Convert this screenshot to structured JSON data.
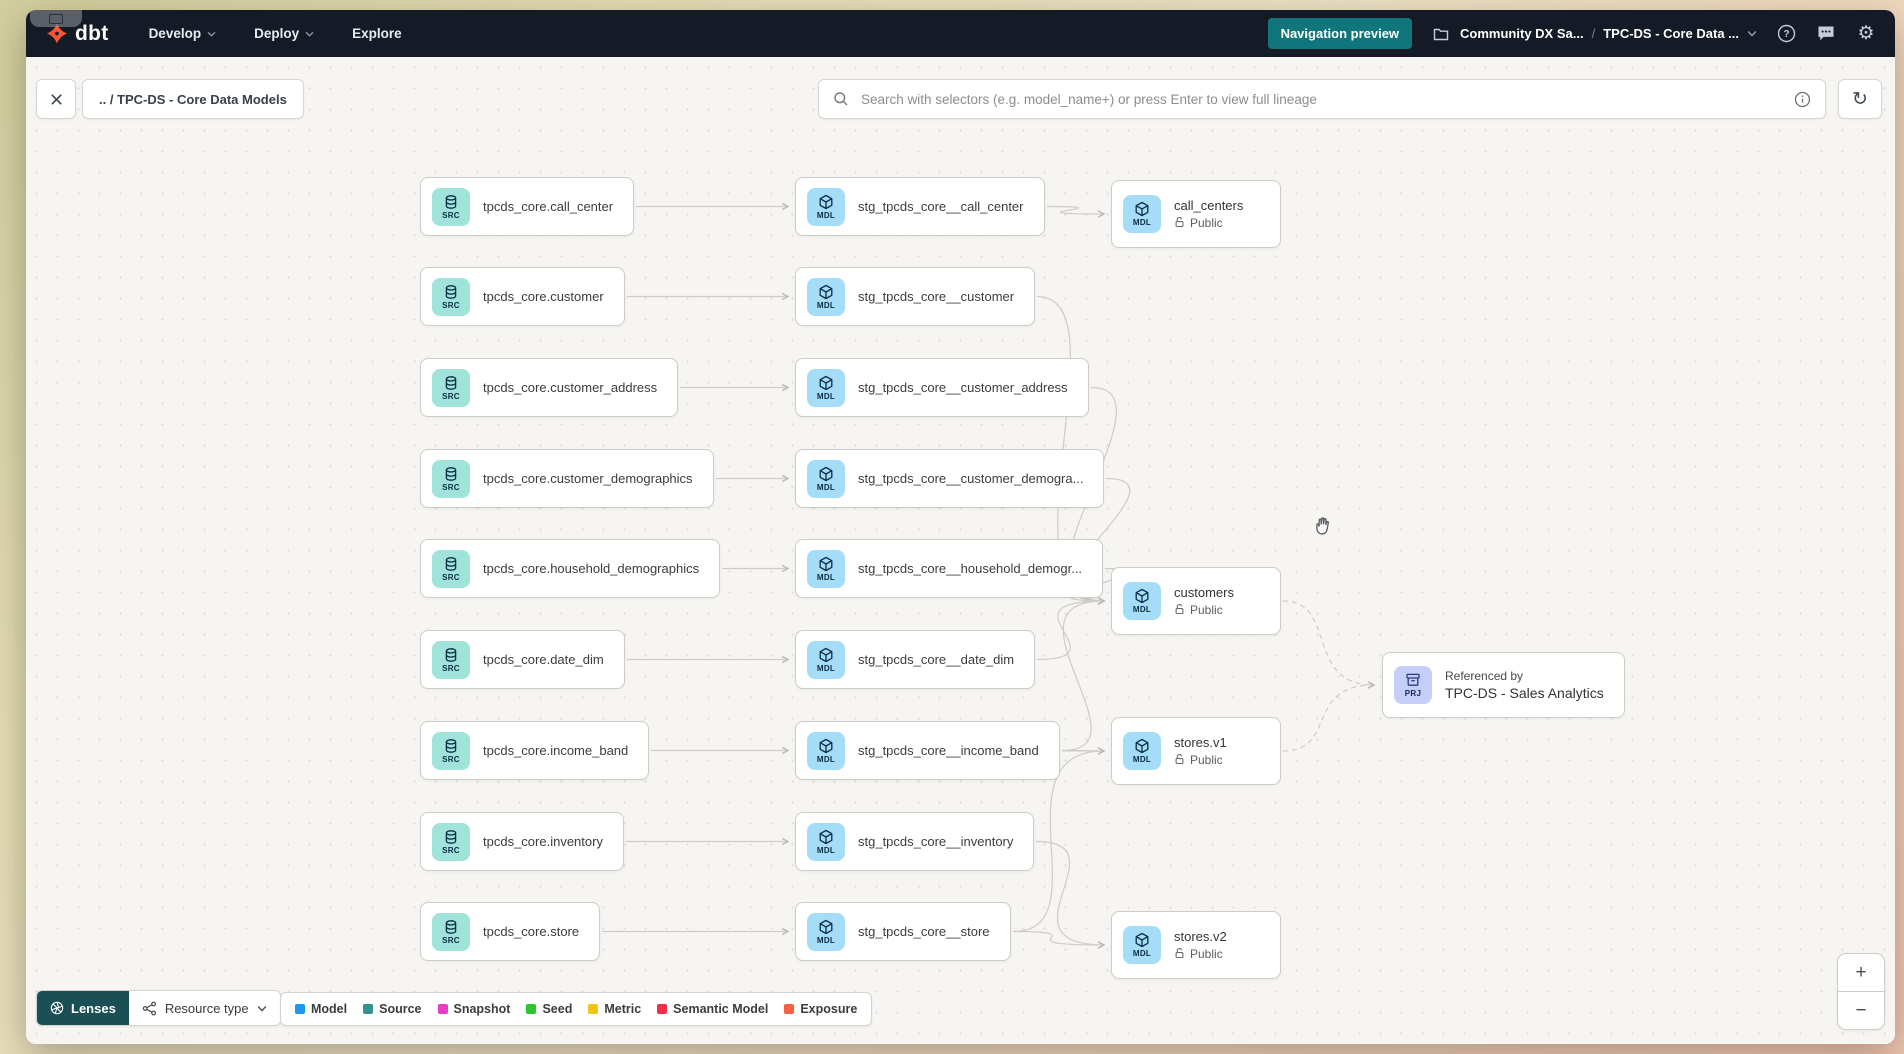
{
  "topbar": {
    "logo_text": "dbt",
    "nav": [
      {
        "label": "Develop"
      },
      {
        "label": "Deploy"
      },
      {
        "label": "Explore"
      }
    ],
    "navigation_preview_label": "Navigation preview",
    "breadcrumb": {
      "project": "Community DX Sa...",
      "separator": "/",
      "page": "TPC-DS - Core Data ..."
    }
  },
  "toolbar": {
    "back_chip_label": ".. / TPC-DS - Core Data Models",
    "search_placeholder": "Search with selectors (e.g. model_name+) or press Enter to view full lineage"
  },
  "graph": {
    "source_badge": "SRC",
    "model_badge": "MDL",
    "project_badge": "PRJ",
    "sources": [
      "tpcds_core.call_center",
      "tpcds_core.customer",
      "tpcds_core.customer_address",
      "tpcds_core.customer_demographics",
      "tpcds_core.household_demographics",
      "tpcds_core.date_dim",
      "tpcds_core.income_band",
      "tpcds_core.inventory",
      "tpcds_core.store"
    ],
    "staging_models": [
      "stg_tpcds_core__call_center",
      "stg_tpcds_core__customer",
      "stg_tpcds_core__customer_address",
      "stg_tpcds_core__customer_demogra...",
      "stg_tpcds_core__household_demogr...",
      "stg_tpcds_core__date_dim",
      "stg_tpcds_core__income_band",
      "stg_tpcds_core__inventory",
      "stg_tpcds_core__store"
    ],
    "public_models": [
      {
        "name": "call_centers",
        "access": "Public"
      },
      {
        "name": "customers",
        "access": "Public"
      },
      {
        "name": "stores.v1",
        "access": "Public"
      },
      {
        "name": "stores.v2",
        "access": "Public"
      }
    ],
    "project_node": {
      "title": "Referenced by",
      "name": "TPC-DS - Sales Analytics"
    }
  },
  "legend": {
    "lenses_label": "Lenses",
    "resource_type_label": "Resource type",
    "items": [
      {
        "label": "Model",
        "color": "#2096f3"
      },
      {
        "label": "Source",
        "color": "#35918d"
      },
      {
        "label": "Snapshot",
        "color": "#e83cc5"
      },
      {
        "label": "Seed",
        "color": "#2ec531"
      },
      {
        "label": "Metric",
        "color": "#f0c517"
      },
      {
        "label": "Semantic Model",
        "color": "#f02e4a"
      },
      {
        "label": "Exposure",
        "color": "#f5603d"
      }
    ]
  },
  "zoom_controls": {
    "zoom_in": "+",
    "zoom_out": "−"
  },
  "colors": {
    "accent_teal": "#10767c",
    "topbar_bg": "#151b26",
    "canvas_bg": "#f6f5f2",
    "source_tile": "#9fe3da",
    "model_tile": "#a5dcf8",
    "project_tile": "#c5cdf9",
    "edge": "#cfccc7"
  }
}
